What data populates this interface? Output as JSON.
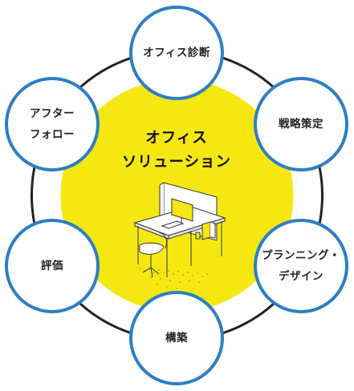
{
  "colors": {
    "center_fill": "#f5e812",
    "ring": "#222222",
    "node_border": "#2f7ec3",
    "node_fill": "#ffffff"
  },
  "center": {
    "title_line1": "オフィス",
    "title_line2": "ソリューション",
    "illustration_icon": "office-desk-illustration"
  },
  "nodes": {
    "top": {
      "label": "オフィス診断"
    },
    "upper_right": {
      "label": "戦略策定"
    },
    "lower_right": {
      "line1": "プランニング・",
      "line2": "デザイン"
    },
    "bottom": {
      "label": "構築"
    },
    "lower_left": {
      "label": "評価"
    },
    "upper_left": {
      "line1": "アフター",
      "line2": "フォロー"
    }
  }
}
